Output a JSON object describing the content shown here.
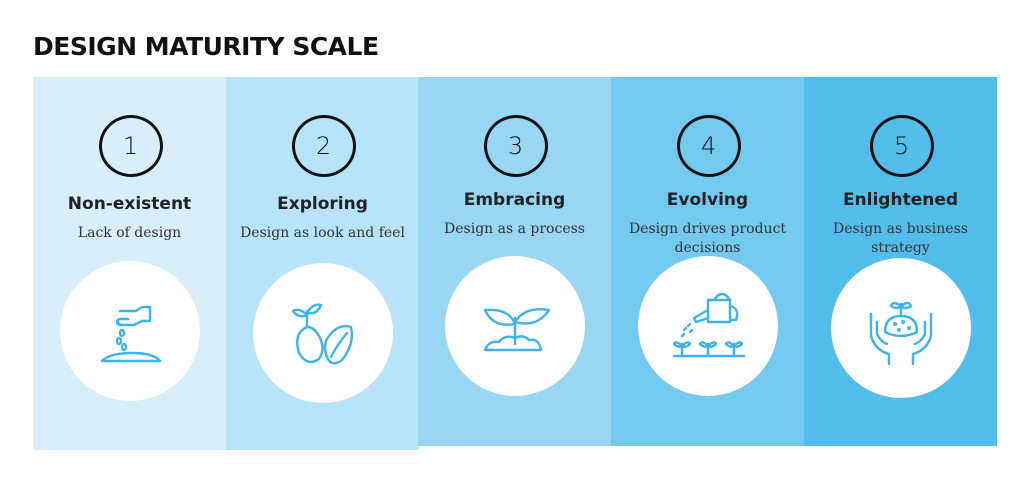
{
  "title": "DESIGN MATURITY SCALE",
  "colors": {
    "stage1": "#d8eefb",
    "stage2": "#b8e4fa",
    "stage3": "#98d6f4",
    "stage4": "#74c9ef",
    "stage5": "#52bcea",
    "icon": "#3db3e8"
  },
  "stages": [
    {
      "number": "1",
      "name": "Non-existent",
      "description": "Lack of design",
      "icon": "hand-sowing-seeds-icon"
    },
    {
      "number": "2",
      "name": "Exploring",
      "description": "Design as look and feel",
      "icon": "seeds-sprouting-icon"
    },
    {
      "number": "3",
      "name": "Embracing",
      "description": "Design as a process",
      "icon": "seedling-icon"
    },
    {
      "number": "4",
      "name": "Evolving",
      "description": "Design drives product decisions",
      "icon": "watering-can-icon"
    },
    {
      "number": "5",
      "name": "Enlightened",
      "description": "Design as business strategy",
      "icon": "hands-holding-plant-icon"
    }
  ]
}
